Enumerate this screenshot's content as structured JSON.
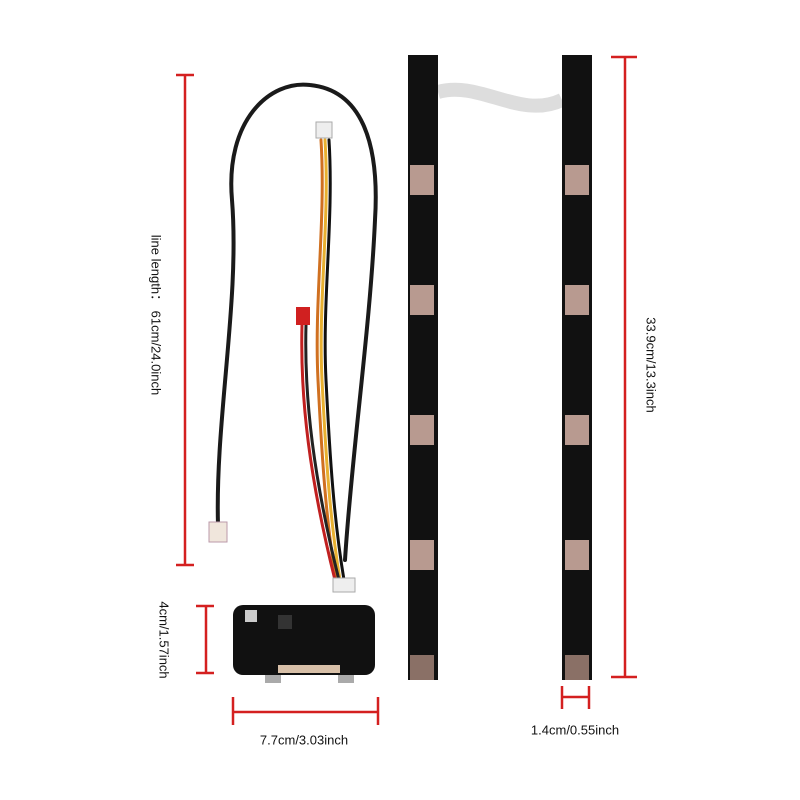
{
  "labels": {
    "line_length": "line length： 61cm/24.0inch",
    "strip_length": "33.9cm/13.3inch",
    "board_height": "4cm/1.57inch",
    "board_width": "7.7cm/3.03inch",
    "strip_width": "1.4cm/0.55inch"
  },
  "colors": {
    "dimension_line": "#d42020",
    "pcb": "#111111"
  }
}
